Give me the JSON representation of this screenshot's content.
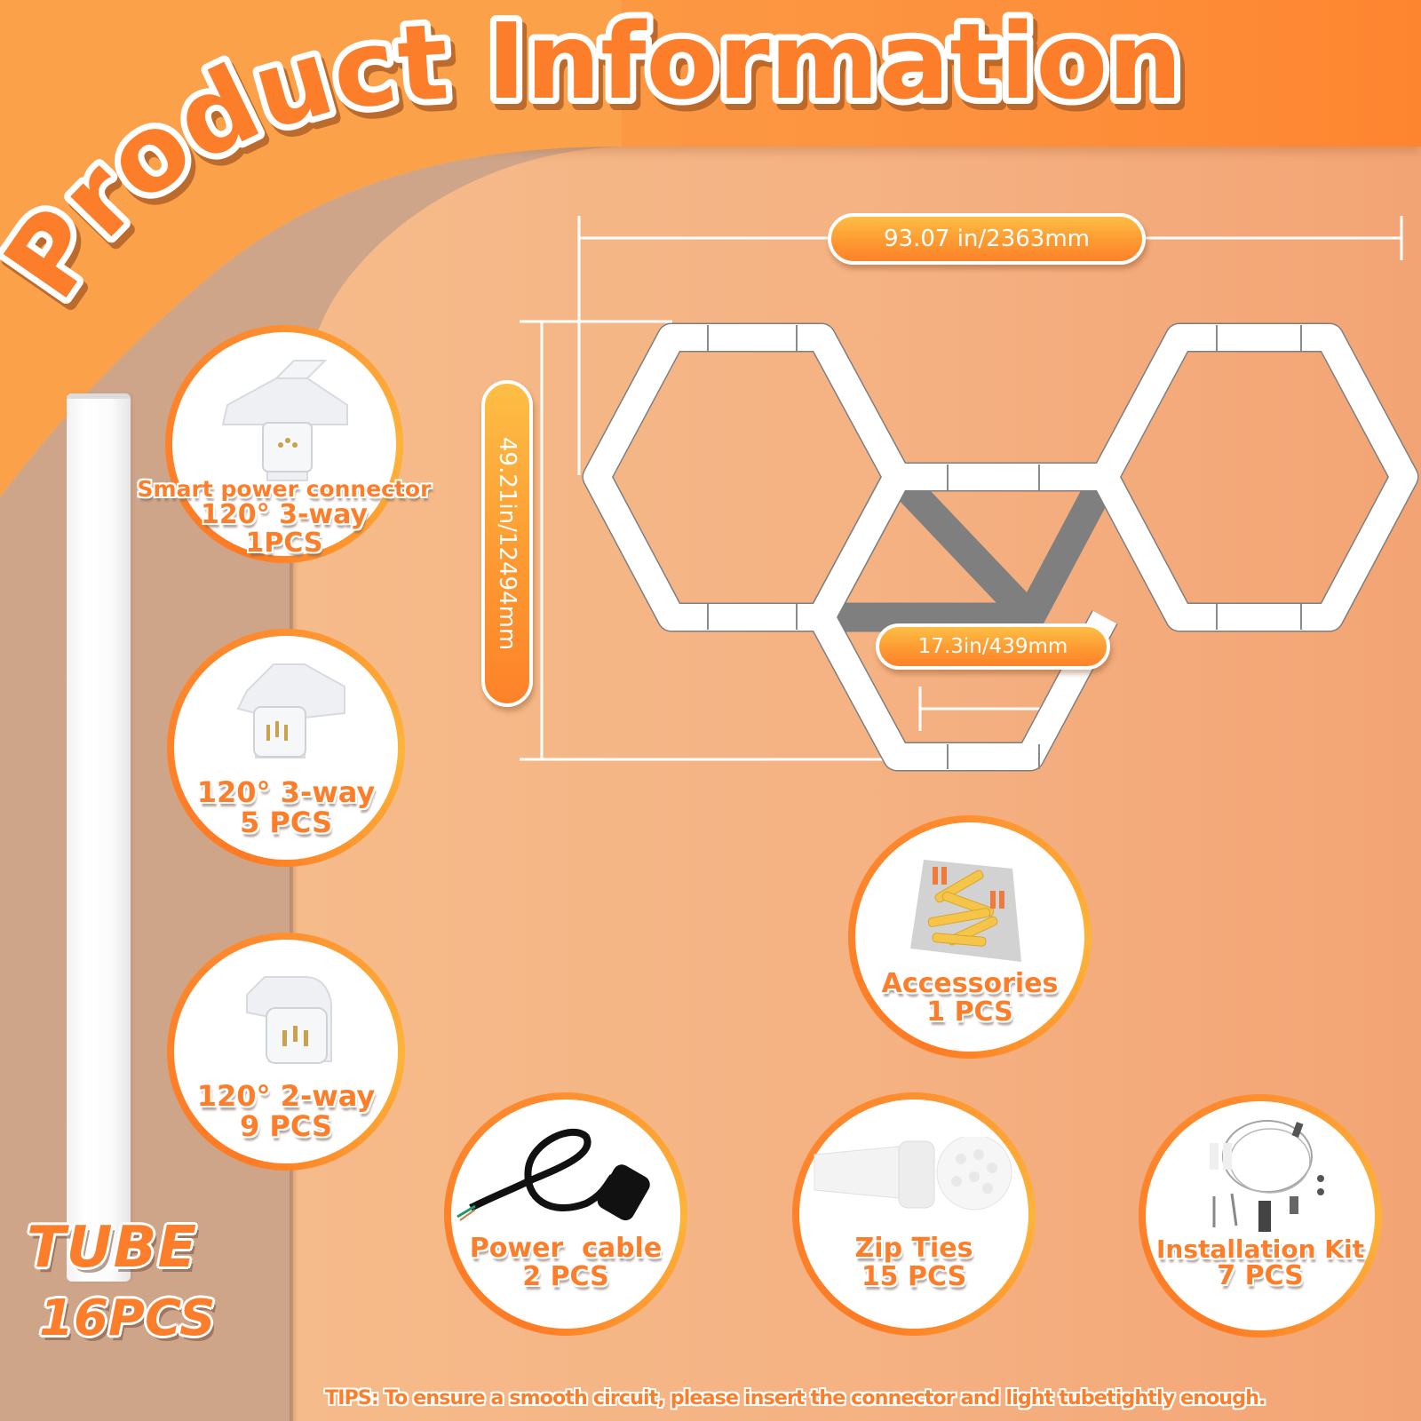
{
  "header": {
    "title": "Product Information",
    "title_word_1": "Product",
    "title_word_2": "Information"
  },
  "colors": {
    "accent_orange": "#fd7e2a",
    "header_orange": "#fd9440",
    "background_peach": "#f5b283",
    "left_panel_tan": "#cfa58a",
    "dimension_pill_top": "#fdbe45",
    "dimension_pill_bottom": "#fd8229",
    "white": "#ffffff"
  },
  "tube": {
    "label": "TUBE",
    "count": "16PCS",
    "icon": "light-tube-icon"
  },
  "connectors": [
    {
      "name": "Smart power connector",
      "type": "120° 3-way",
      "count": "1PCS",
      "icon": "smart-power-connector-3way-icon"
    },
    {
      "name": "",
      "type": "120° 3-way",
      "count": "5 PCS",
      "icon": "connector-3way-icon"
    },
    {
      "name": "",
      "type": "120° 2-way",
      "count": "9 PCS",
      "icon": "connector-2way-icon"
    }
  ],
  "dimensions": {
    "width": "93.07 in/2363mm",
    "height": "49.21in/12494mm",
    "side_length": "17.3in/439mm"
  },
  "accessories": [
    {
      "name": "Accessories",
      "count": "1 PCS",
      "icon": "wall-anchor-bag-icon"
    },
    {
      "name": "Power  cable",
      "count": "2 PCS",
      "icon": "power-cable-icon"
    },
    {
      "name": "Zip Ties",
      "count": "15 PCS",
      "icon": "zip-ties-icon"
    },
    {
      "name": "Installation Kit",
      "count": "7 PCS",
      "icon": "installation-kit-icon"
    }
  ],
  "tips": {
    "text": "TIPS:  To ensure a smooth circuit, please insert the connector and light tubetightly enough."
  },
  "diagram": {
    "layout": "three hexagons (two top, one bottom center)",
    "icon": "hexagon-layout-diagram"
  }
}
